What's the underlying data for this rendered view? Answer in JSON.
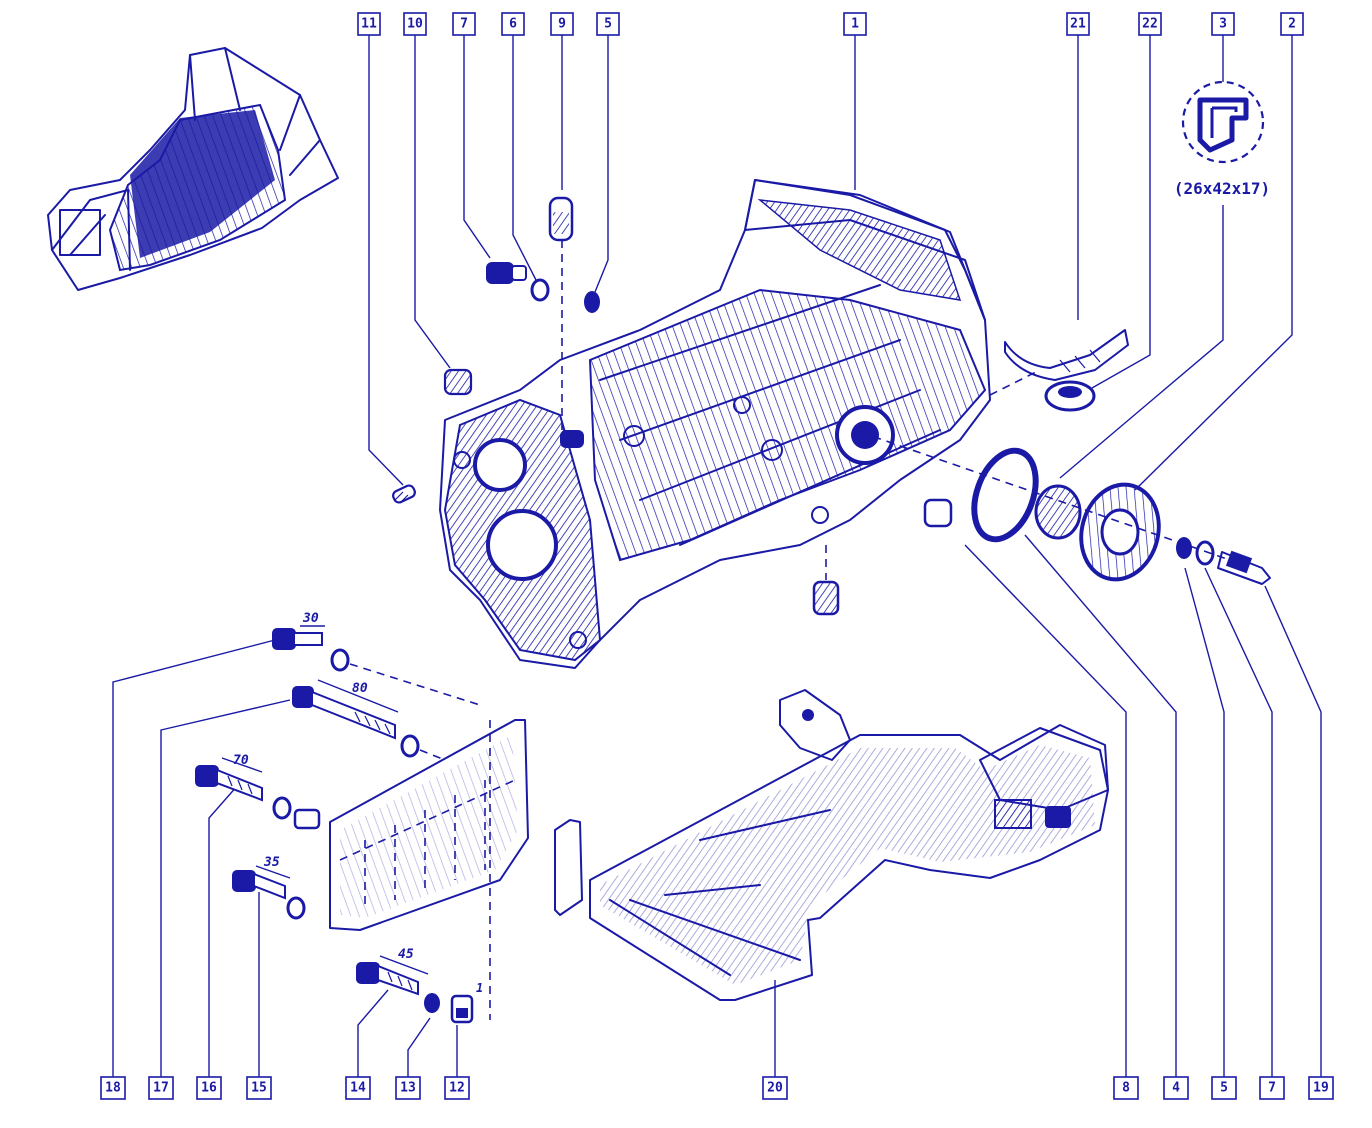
{
  "callouts_top": [
    "11",
    "10",
    "7",
    "6",
    "9",
    "5",
    "1",
    "21",
    "22",
    "3",
    "2"
  ],
  "callouts_bottom": [
    "18",
    "17",
    "16",
    "15",
    "14",
    "13",
    "12",
    "20",
    "8",
    "4",
    "5",
    "7",
    "19"
  ],
  "seal_size": "(26x42x17)",
  "bolt_lengths": [
    "30",
    "80",
    "70",
    "35",
    "45"
  ],
  "pin_mark": "1"
}
